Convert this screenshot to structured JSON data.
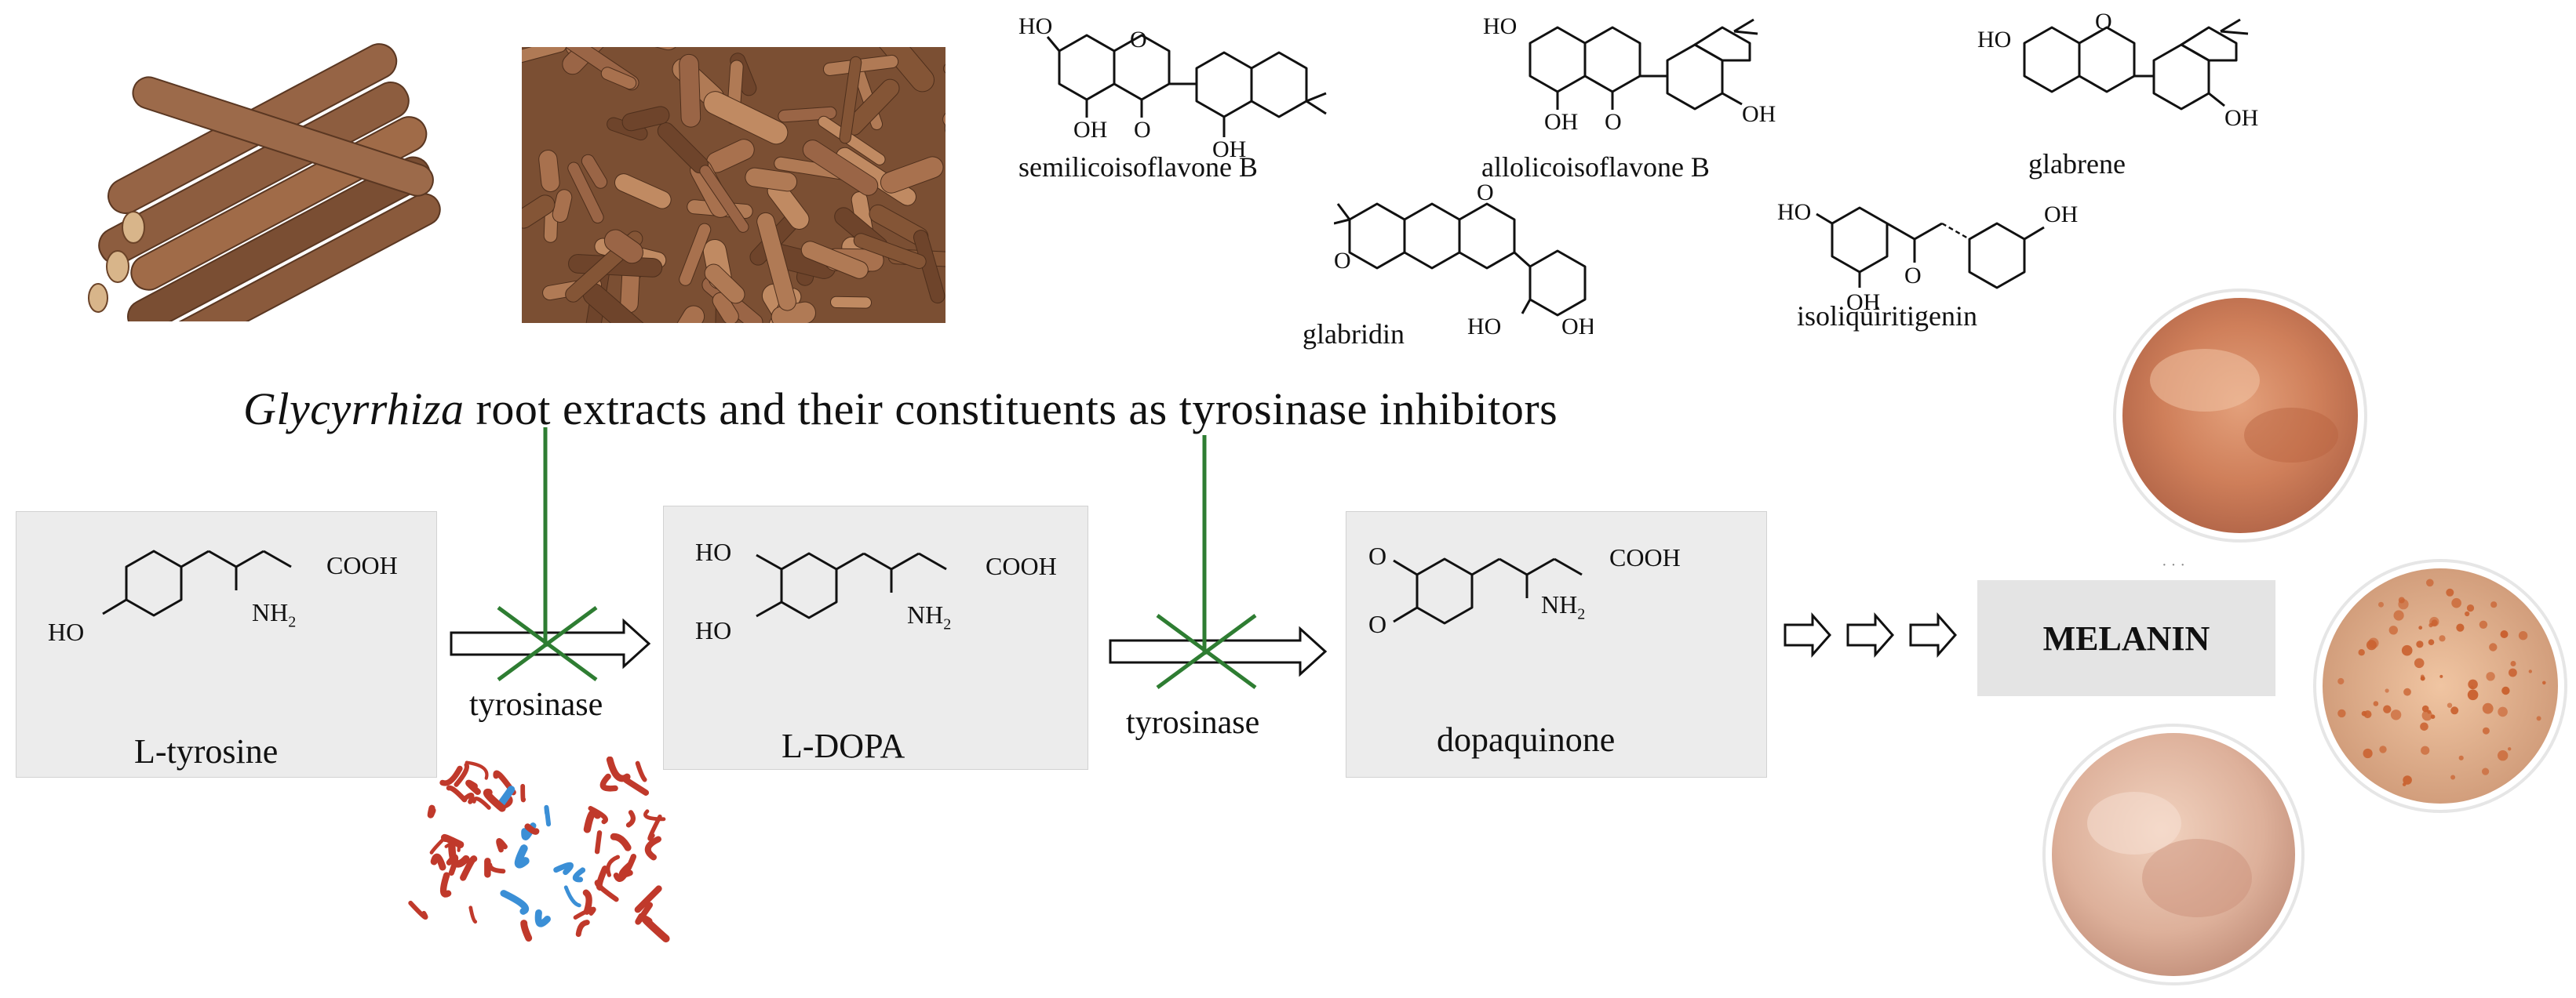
{
  "title": {
    "genus": "Glycyrrhiza",
    "rest": " root extracts and their constituents as tyrosinase inhibitors"
  },
  "compounds": {
    "semilicoisoflavone_b": "semilicoisoflavone B",
    "allolicoisoflavone_b": "allolicoisoflavone B",
    "glabrene": "glabrene",
    "glabridin": "glabridin",
    "isoliquiritigenin": "isoliquiritigenin"
  },
  "pathway": {
    "l_tyrosine": "L-tyrosine",
    "l_dopa": "L-DOPA",
    "dopaquinone": "dopaquinone",
    "enzyme_1": "tyrosinase",
    "enzyme_2": "tyrosinase",
    "melanin": "MELANIN"
  },
  "structure_text": {
    "cooh": "COOH",
    "nh2": "NH",
    "nh2_sub": "2",
    "ho": "HO",
    "oh": "OH",
    "o": "O"
  },
  "colors": {
    "inhibition_line": "#2e7d32",
    "box_fill": "#ececec",
    "licorice": "#8a5a3c",
    "enzyme_red": "#c0392b",
    "enzyme_blue": "#3b8fd6"
  }
}
